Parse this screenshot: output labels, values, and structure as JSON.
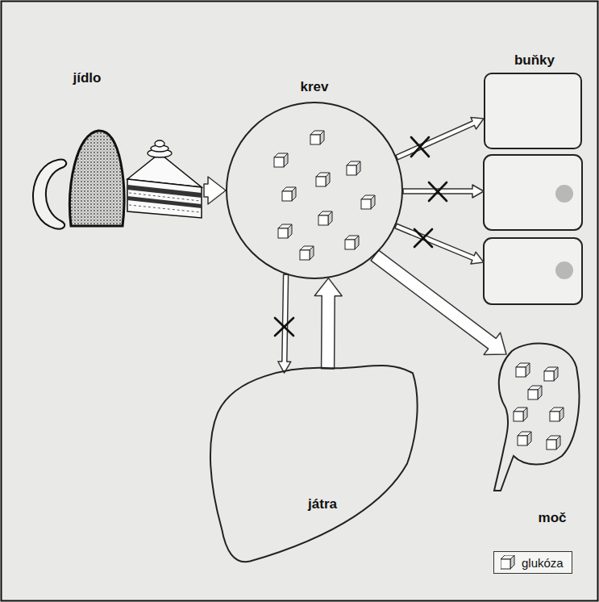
{
  "diagram": {
    "nodes": [
      {
        "text": [
          "jídlo"
        ]
      },
      {
        "text": [
          "krev"
        ]
      },
      {
        "text": [
          "buňky"
        ]
      },
      {
        "text": [
          "játra"
        ]
      },
      {
        "text": [
          "moč"
        ]
      }
    ],
    "edges": [
      {
        "from": 0,
        "to": 1,
        "arrow": "to"
      },
      {
        "from": 1,
        "to": 2,
        "arrow": "to"
      },
      {
        "from": 1,
        "to": 4,
        "arrow": "to"
      },
      {
        "from": 3,
        "to": 1,
        "arrow": "to"
      },
      {
        "from": 1,
        "to": 3,
        "arrow": "to"
      }
    ],
    "legend": [
      {
        "text": "glukóza"
      }
    ]
  }
}
